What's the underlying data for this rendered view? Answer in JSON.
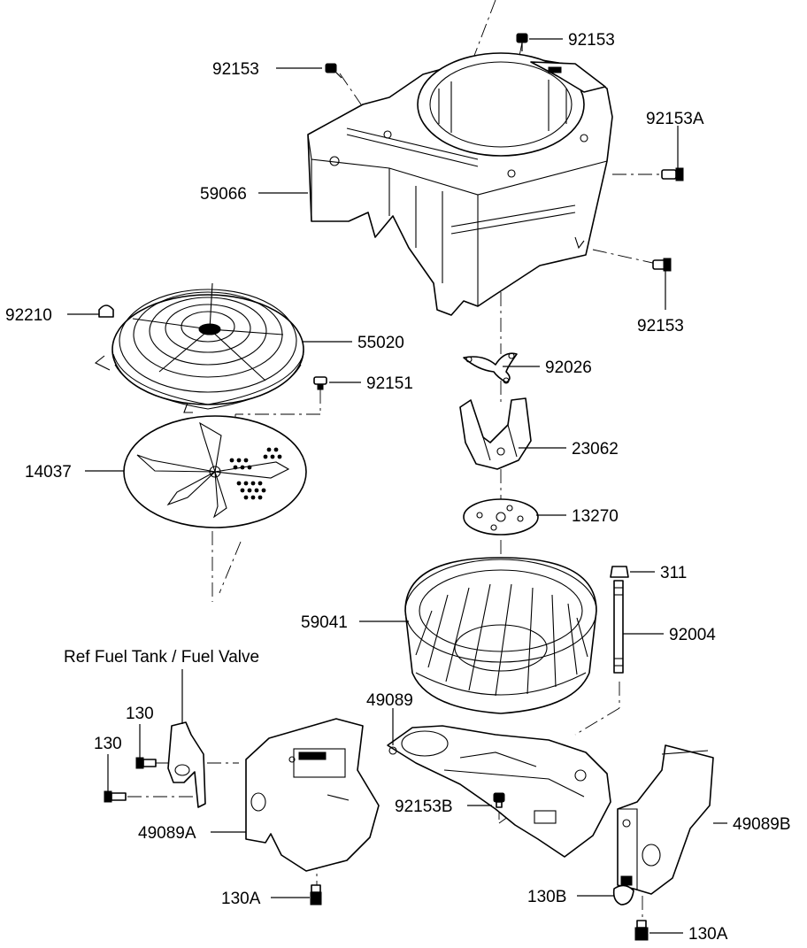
{
  "labels": {
    "bolt_top": "92153",
    "bolt_left": "92153",
    "bolt_right": "92153A",
    "bolt_lower": "92153",
    "shroud": "59066",
    "nut_screen": "92210",
    "screen": "55020",
    "screw_plate": "92151",
    "holder": "92026",
    "bracket": "23062",
    "plate_14037": "14037",
    "plate_13270": "13270",
    "nut_311": "311",
    "stud": "92004",
    "fan": "59041",
    "ref_note": "Ref Fuel Tank / Fuel Valve",
    "bolt_130_upper": "130",
    "bolt_130_lower": "130",
    "cover_plate": "49089",
    "cover_left": "49089A",
    "bolt_92153B": "92153B",
    "cover_right": "49089B",
    "bolt_130A_left": "130A",
    "bolt_130B": "130B",
    "bolt_130A_right": "130A"
  }
}
